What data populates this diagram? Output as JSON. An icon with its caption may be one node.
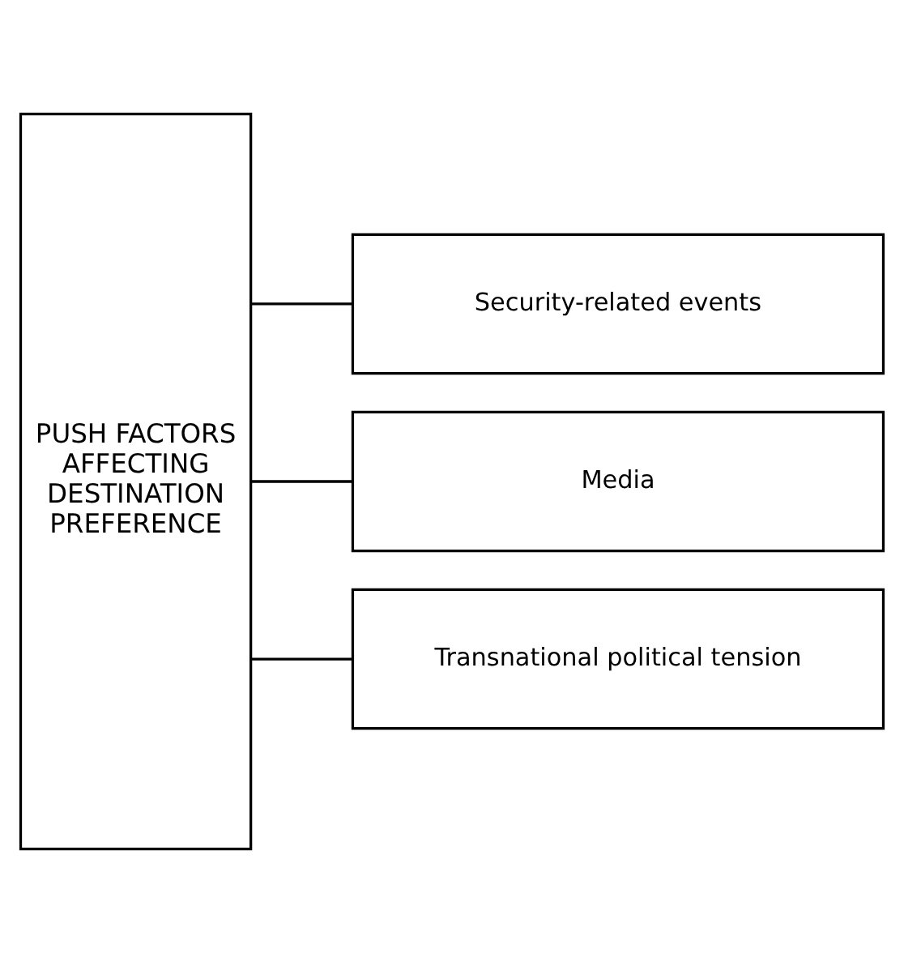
{
  "diagram": {
    "nodes": [
      {
        "text": [
          "PUSH FACTORS AFFECTING DESTINATION PREFERENCE"
        ]
      },
      {
        "text": [
          "Security-related events"
        ]
      },
      {
        "text": [
          "Media"
        ]
      },
      {
        "text": [
          "Transnational political tension"
        ]
      }
    ],
    "edges": [
      {
        "from": 0,
        "to": 1,
        "arrow": "none"
      },
      {
        "from": 0,
        "to": 2,
        "arrow": "none"
      },
      {
        "from": 0,
        "to": 3,
        "arrow": "none"
      }
    ]
  }
}
